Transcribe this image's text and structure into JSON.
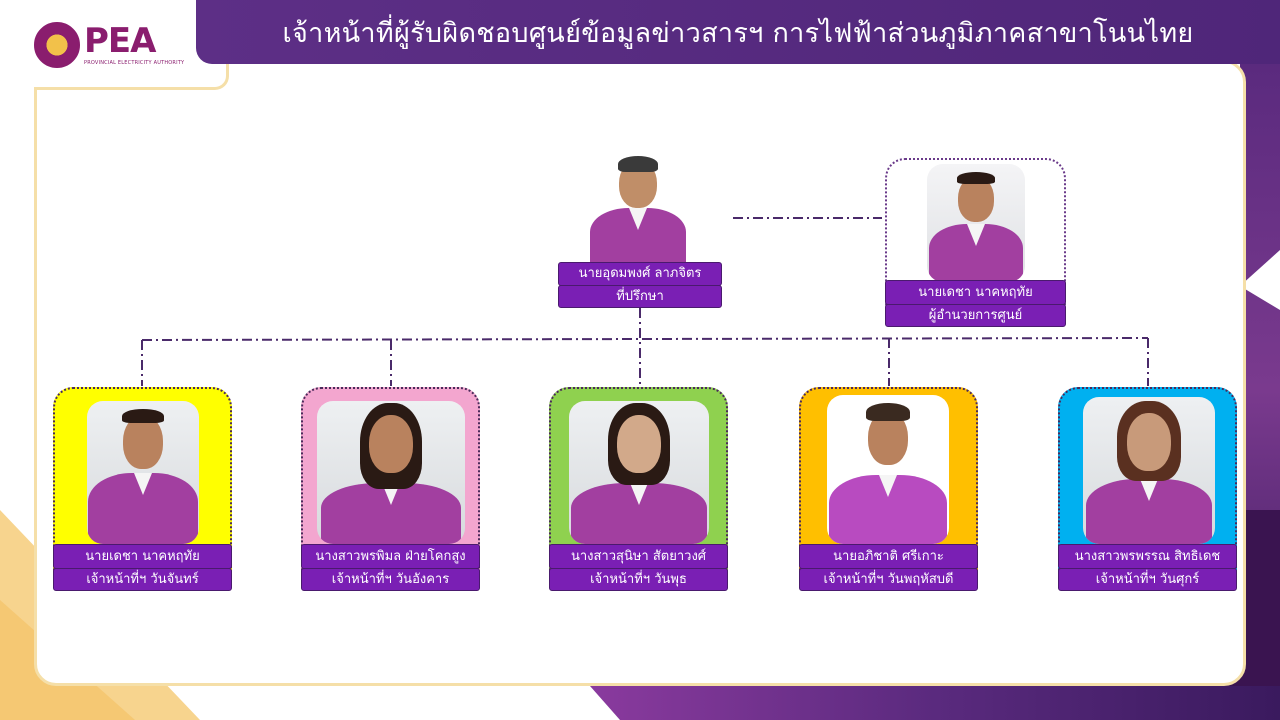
{
  "header": {
    "title": "เจ้าหน้าที่ผู้รับผิดชอบศูนย์ข้อมูลข่าวสารฯ  การไฟฟ้าส่วนภูมิภาคสาขาโนนไทย"
  },
  "logo": {
    "text": "PEA",
    "subtitle": "PROVINCIAL ELECTRICITY AUTHORITY"
  },
  "colors": {
    "title_bar": "#5d2f86",
    "name_box": "#7a1fb4",
    "card_monday": "#ffff00",
    "card_tuesday": "#f3a6cf",
    "card_wednesday": "#8fd14f",
    "card_thursday": "#ffbf00",
    "card_friday": "#00b0f0"
  },
  "advisor": {
    "name": "นายอุดมพงศ์ ลาภจิตร",
    "role": "ที่ปรึกษา"
  },
  "director": {
    "name": "นายเดชา  นาคหฤทัย",
    "role": "ผู้อำนวยการศูนย์"
  },
  "staff": [
    {
      "name": "นายเดชา  นาคหฤทัย",
      "role": "เจ้าหน้าที่ฯ วันจันทร์"
    },
    {
      "name": "นางสาวพรพิมล ฝ่ายโคกสูง",
      "role": "เจ้าหน้าที่ฯ วันอังคาร"
    },
    {
      "name": "นางสาวสุนิษา  สัตยาวงศ์",
      "role": "เจ้าหน้าที่ฯ วันพุธ"
    },
    {
      "name": "นายอภิชาติ  ศรีเกาะ",
      "role": "เจ้าหน้าที่ฯ วันพฤหัสบดี"
    },
    {
      "name": "นางสาวพรพรรณ สิทธิเดช",
      "role": "เจ้าหน้าที่ฯ วันศุกร์"
    }
  ]
}
